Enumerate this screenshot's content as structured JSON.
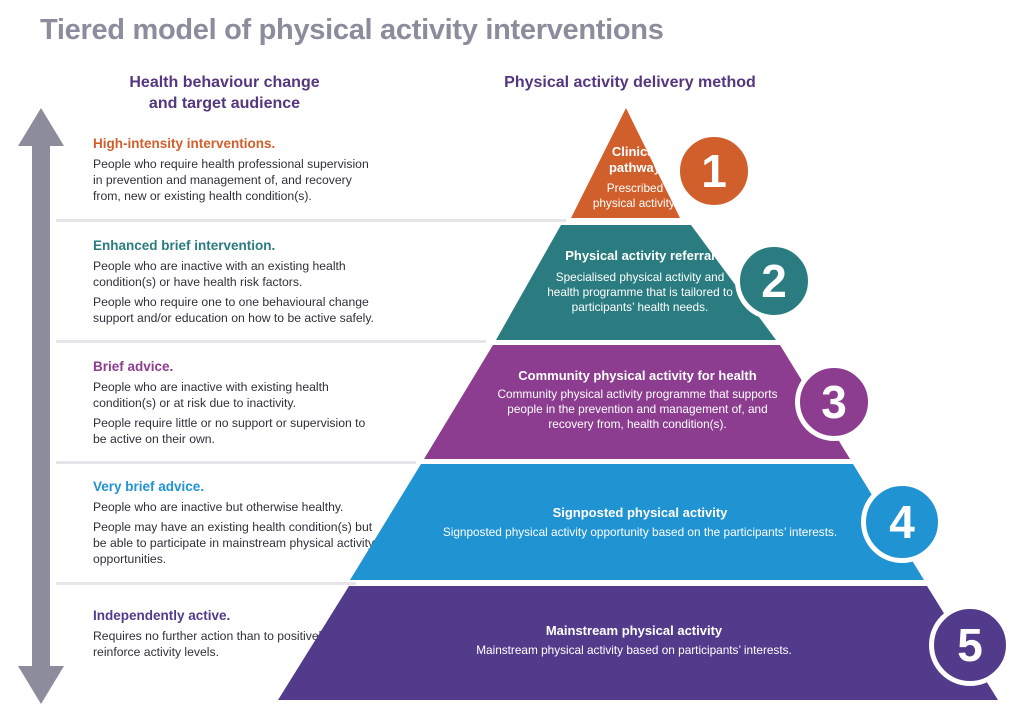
{
  "title": "Tiered model of physical activity interventions",
  "headers": {
    "left_line1": "Health behaviour change",
    "left_line2": "and target audience",
    "right": "Physical activity delivery method"
  },
  "colors": {
    "tier1": "#d05f2c",
    "tier2": "#2a7c80",
    "tier3": "#8c3d90",
    "tier4": "#2093d3",
    "tier5": "#533b8c",
    "arrow": "#8c8c9d"
  },
  "left_tiers": [
    {
      "heading": "High-intensity interventions.",
      "paragraphs": [
        "People who require health professional supervision in prevention and management of, and recovery from, new or existing health condition(s)."
      ]
    },
    {
      "heading": "Enhanced brief intervention.",
      "paragraphs": [
        "People who are inactive with an existing health condition(s) or have health risk factors.",
        "People who require one to one behavioural change support and/or education on how to be active safely."
      ]
    },
    {
      "heading": "Brief advice.",
      "paragraphs": [
        "People who are inactive with existing health condition(s) or at risk due to inactivity.",
        "People require little or no support or supervision to be active on their own."
      ]
    },
    {
      "heading": "Very brief advice.",
      "paragraphs": [
        "People who are inactive but otherwise healthy.",
        "People may have an existing health condition(s) but be able to participate in mainstream physical activity opportunities."
      ]
    },
    {
      "heading": "Independently active.",
      "paragraphs": [
        "Requires no further action than to positively reinforce activity levels."
      ]
    }
  ],
  "pyramid": [
    {
      "number": "1",
      "title_line1": "Clinical",
      "title_line2": "pathway",
      "desc_line1": "Prescribed",
      "desc_line2": "physical activity."
    },
    {
      "number": "2",
      "title": "Physical activity referral",
      "desc": "Specialised physical activity and health programme that is tailored to participants’ health needs."
    },
    {
      "number": "3",
      "title": "Community physical activity for health",
      "desc": "Community physical activity programme that supports people in the prevention and management of, and recovery from, health condition(s)."
    },
    {
      "number": "4",
      "title": "Signposted physical activity",
      "desc": "Signposted physical activity opportunity based on the participants’ interests."
    },
    {
      "number": "5",
      "title": "Mainstream physical activity",
      "desc": "Mainstream physical activity based on participants’ interests."
    }
  ]
}
